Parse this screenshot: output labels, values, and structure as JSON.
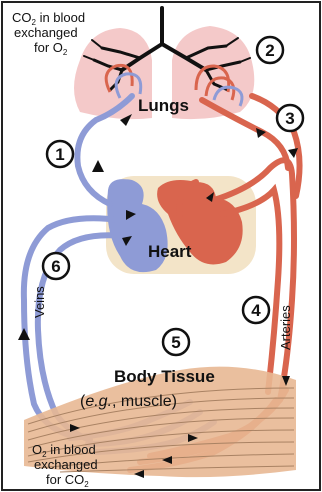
{
  "labels": {
    "top_exchange": {
      "line1": "CO",
      "line1_sub": "2",
      "line1_rest": " in blood",
      "line2": "exchanged",
      "line3": "for O",
      "line3_sub": "2"
    },
    "lungs": "Lungs",
    "heart": "Heart",
    "veins": "Veins",
    "arteries": "Arteries",
    "body_tissue": "Body Tissue",
    "body_tissue_example": {
      "open": "(",
      "eg": "e.g.",
      "rest": ", muscle)"
    },
    "bottom_exchange": {
      "line1": "O",
      "line1_sub": "2",
      "line1_rest": " in blood",
      "line2": "exchanged",
      "line3": "for CO",
      "line3_sub": "2"
    }
  },
  "step_numbers": [
    "1",
    "2",
    "3",
    "4",
    "5",
    "6"
  ],
  "colors": {
    "oxygenated": "#d9654e",
    "deoxygenated": "#8e9bd6",
    "lungs": "#f2c0c0",
    "heart_bg": "#f3e4c8",
    "tissue": "#e8b894",
    "tissue_lines": "#a98263",
    "airways": "#111111"
  },
  "icons": [
    "flow-arrow-icon",
    "step-number-icon"
  ]
}
